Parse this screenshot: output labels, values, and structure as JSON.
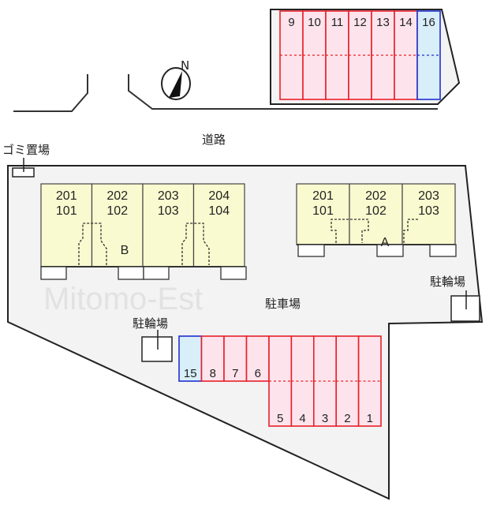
{
  "labels": {
    "road": "道路",
    "garbage": "ゴミ置場",
    "parking": "駐車場",
    "bicycle_right": "駐輪場",
    "bicycle_left": "駐輪場",
    "north": "N",
    "watermark": "Mitomo-Est"
  },
  "building_b": {
    "name": "B",
    "units": [
      {
        "upper": "201",
        "lower": "101"
      },
      {
        "upper": "202",
        "lower": "102"
      },
      {
        "upper": "203",
        "lower": "103"
      },
      {
        "upper": "204",
        "lower": "104"
      }
    ]
  },
  "building_a": {
    "name": "A",
    "units": [
      {
        "upper": "201",
        "lower": "101"
      },
      {
        "upper": "202",
        "lower": "102"
      },
      {
        "upper": "203",
        "lower": "103"
      }
    ]
  },
  "top_spaces": [
    "9",
    "10",
    "11",
    "12",
    "13",
    "14",
    "16"
  ],
  "top_spaces_highlight": [
    "16"
  ],
  "bottom_row_short": [
    "15",
    "8",
    "7",
    "6"
  ],
  "bottom_row_long": [
    "5",
    "4",
    "3",
    "2",
    "1"
  ],
  "bottom_highlight": [
    "15"
  ],
  "colors": {
    "space_fill": "#fde4ec",
    "space_stroke": "#e8202a",
    "highlight_fill": "#d8eef8",
    "highlight_stroke": "#2030d0",
    "building_fill": "#fafad0",
    "lot_fill": "#f3f3f3"
  }
}
